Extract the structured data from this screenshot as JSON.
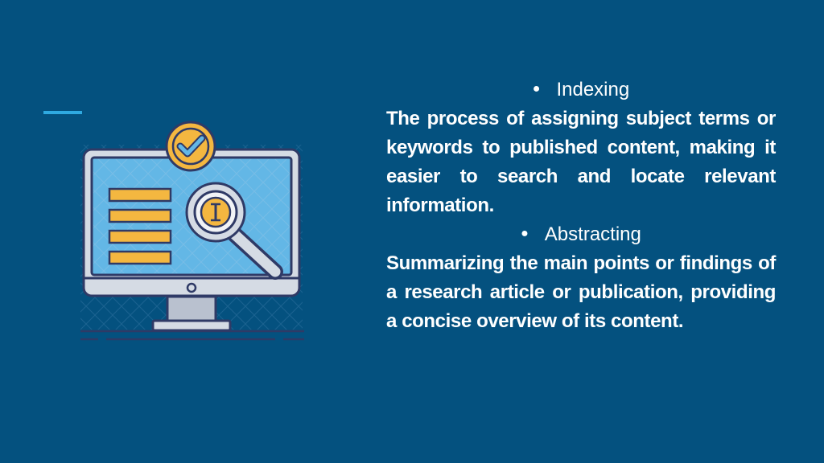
{
  "slide": {
    "background_color": "#04517f",
    "accent_color": "#2fa9e0"
  },
  "illustration": {
    "icon": "monitor-with-magnifier-and-checkmark-icon"
  },
  "sections": [
    {
      "bullet": "●",
      "heading": "Indexing",
      "description": "The process of assigning subject terms or keywords to published content, making it easier to search and locate relevant information."
    },
    {
      "bullet": "●",
      "heading": "Abstracting",
      "description": "Summarizing the main points or findings of a research article or publication, providing a concise overview of its content."
    }
  ]
}
